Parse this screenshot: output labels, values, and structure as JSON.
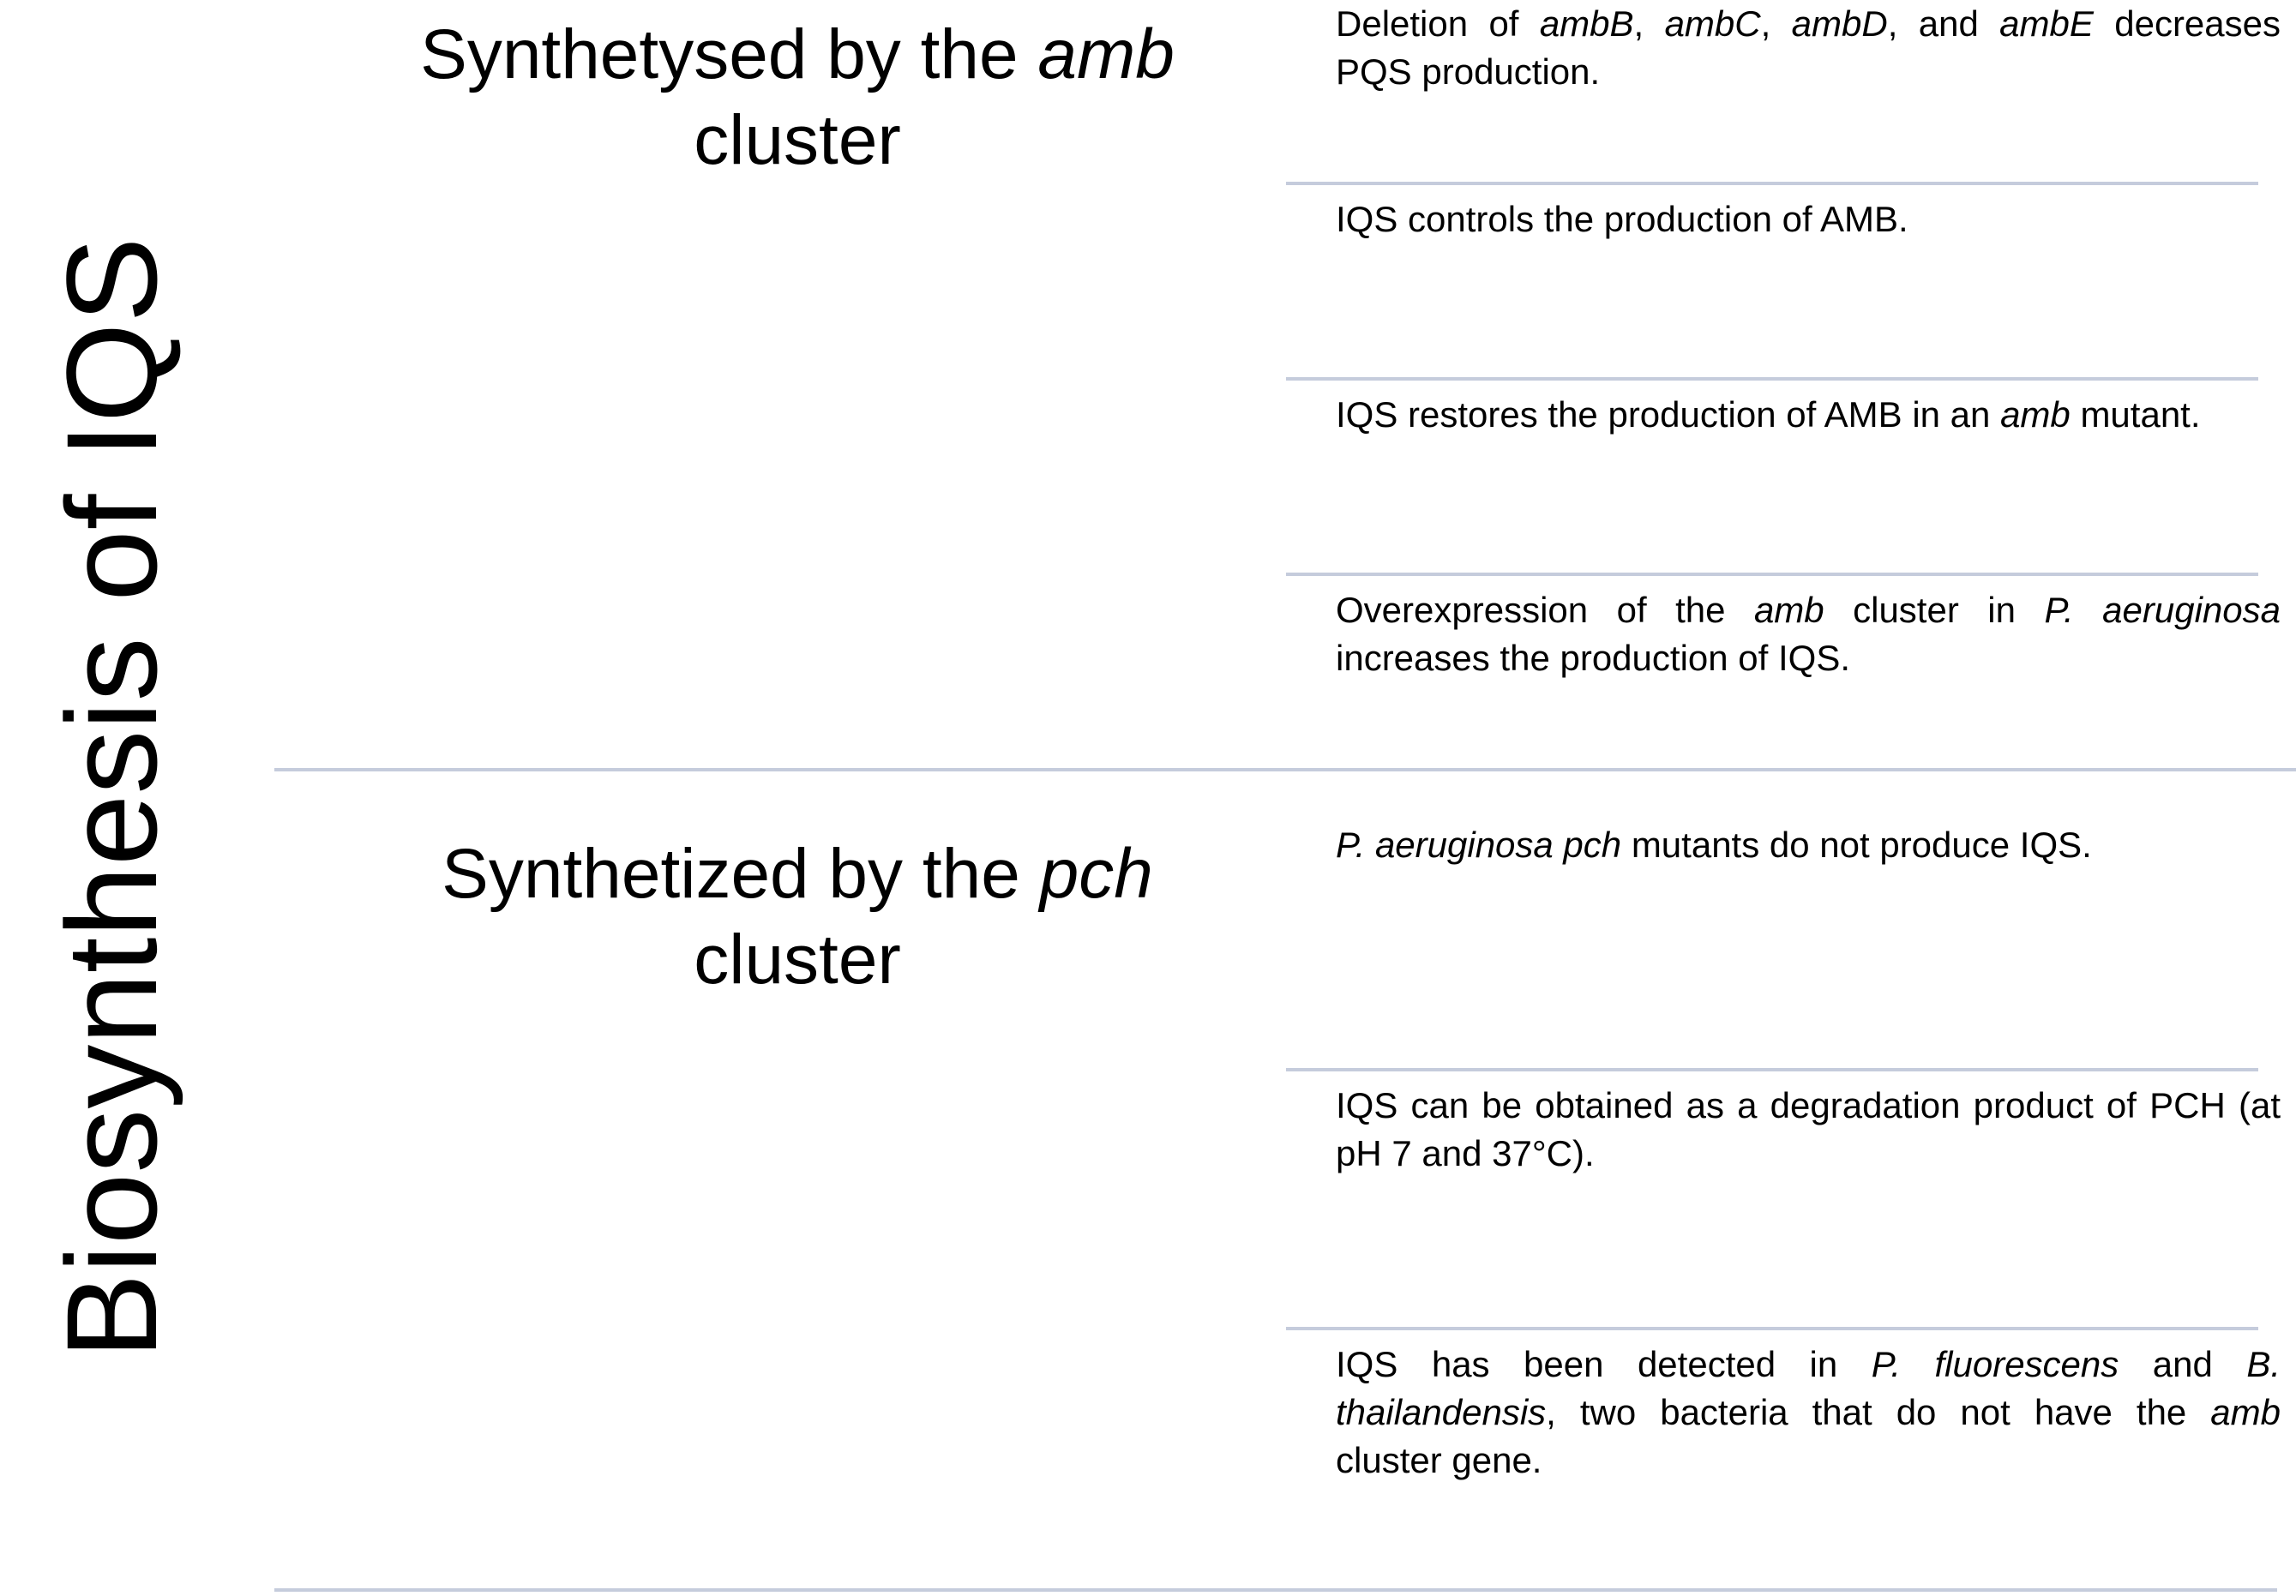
{
  "title": "Biosynthesis of IQS",
  "sections": [
    {
      "heading": {
        "pre": "Synthetysed by the ",
        "em": "amb",
        "post": "cluster"
      },
      "items": [
        {
          "segments": [
            {
              "t": "Deletion of "
            },
            {
              "t": "ambB",
              "i": true
            },
            {
              "t": ", "
            },
            {
              "t": "ambC",
              "i": true
            },
            {
              "t": ", "
            },
            {
              "t": "ambD",
              "i": true
            },
            {
              "t": ", and "
            },
            {
              "t": "ambE",
              "i": true
            },
            {
              "t": " decreases PQS production."
            }
          ]
        },
        {
          "segments": [
            {
              "t": "IQS controls the production of AMB."
            }
          ]
        },
        {
          "segments": [
            {
              "t": "IQS restores the production of AMB in an "
            },
            {
              "t": "amb",
              "i": true
            },
            {
              "t": " mutant."
            }
          ]
        },
        {
          "segments": [
            {
              "t": "Overexpression of the "
            },
            {
              "t": "amb",
              "i": true
            },
            {
              "t": " cluster in "
            },
            {
              "t": "P. aeruginosa",
              "i": true
            },
            {
              "t": " increases the production of IQS."
            }
          ]
        }
      ]
    },
    {
      "heading": {
        "pre": "Synthetized by the ",
        "em": "pch",
        "post": "cluster"
      },
      "items": [
        {
          "segments": [
            {
              "t": "P. aeruginosa pch",
              "i": true
            },
            {
              "t": " mutants do not produce IQS."
            }
          ]
        },
        {
          "segments": [
            {
              "t": "IQS can be obtained as a degradation product of PCH (at pH 7 and 37°C)."
            }
          ]
        },
        {
          "segments": [
            {
              "t": "IQS has been detected in "
            },
            {
              "t": "P. fluorescens",
              "i": true
            },
            {
              "t": " and "
            },
            {
              "t": "B. thailandensis",
              "i": true
            },
            {
              "t": ", two bacteria that do not have the "
            },
            {
              "t": "amb",
              "i": true
            },
            {
              "t": " cluster gene."
            }
          ]
        }
      ]
    }
  ],
  "colors": {
    "divider": "#c5ccdc",
    "text": "#000000"
  }
}
